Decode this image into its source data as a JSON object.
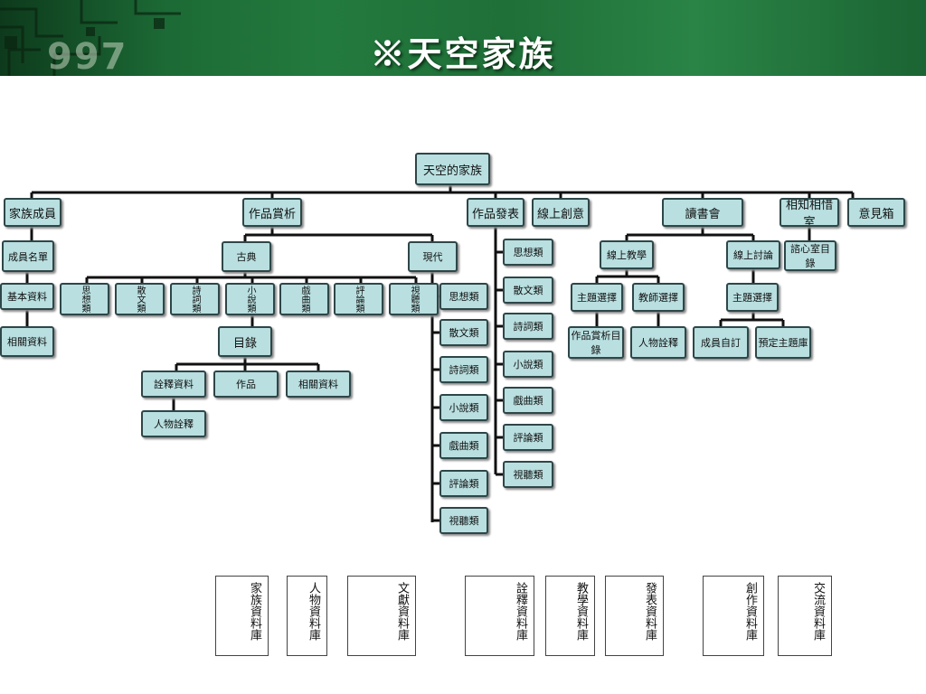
{
  "header": {
    "title": "※天空家族",
    "bg_number": "997"
  },
  "colors": {
    "node_fill": "#b9dfe0",
    "node_border": "#2e4648",
    "line": "#111111",
    "banner": "#1f6f38"
  },
  "tree": {
    "root": "天空的家族",
    "l1": [
      "家族成員",
      "作品賞析",
      "作品發表",
      "線上創意",
      "讀書會",
      "相知相惜室",
      "意見箱"
    ],
    "family": [
      "成員名單",
      "基本資料",
      "相關資料"
    ],
    "appreciation": {
      "classic": "古典",
      "modern": "現代"
    },
    "classic_children": [
      "思想類",
      "散文類",
      "詩詞類",
      "小說類",
      "戲曲類",
      "評論類",
      "視聽類"
    ],
    "novel": {
      "catalog": "目錄",
      "children": [
        "詮釋資料",
        "作品",
        "相關資料"
      ],
      "sub": "人物詮釋"
    },
    "modern_children": [
      "思想類",
      "散文類",
      "詩詞類",
      "小說類",
      "戲曲類",
      "評論類",
      "視聽類"
    ],
    "publish_children": [
      "思想類",
      "散文類",
      "詩詞類",
      "小說類",
      "戲曲類",
      "評論類",
      "視聽類"
    ],
    "book_club": {
      "teaching": "線上教學",
      "teaching_children": [
        "主題選擇",
        "教師選擇"
      ],
      "teaching_leaves": [
        "作品賞析目錄",
        "人物詮釋"
      ],
      "discussion": "線上討論",
      "discussion_child": "主題選擇",
      "discussion_leaves": [
        "成員自訂",
        "預定主題庫"
      ]
    },
    "care_room": "諮心室目錄"
  },
  "databases": [
    "家族資料庫",
    "人物資料庫",
    "文獻資料庫",
    "詮釋資料庫",
    "教學資料庫",
    "發表資料庫",
    "創作資料庫",
    "交流資料庫"
  ]
}
